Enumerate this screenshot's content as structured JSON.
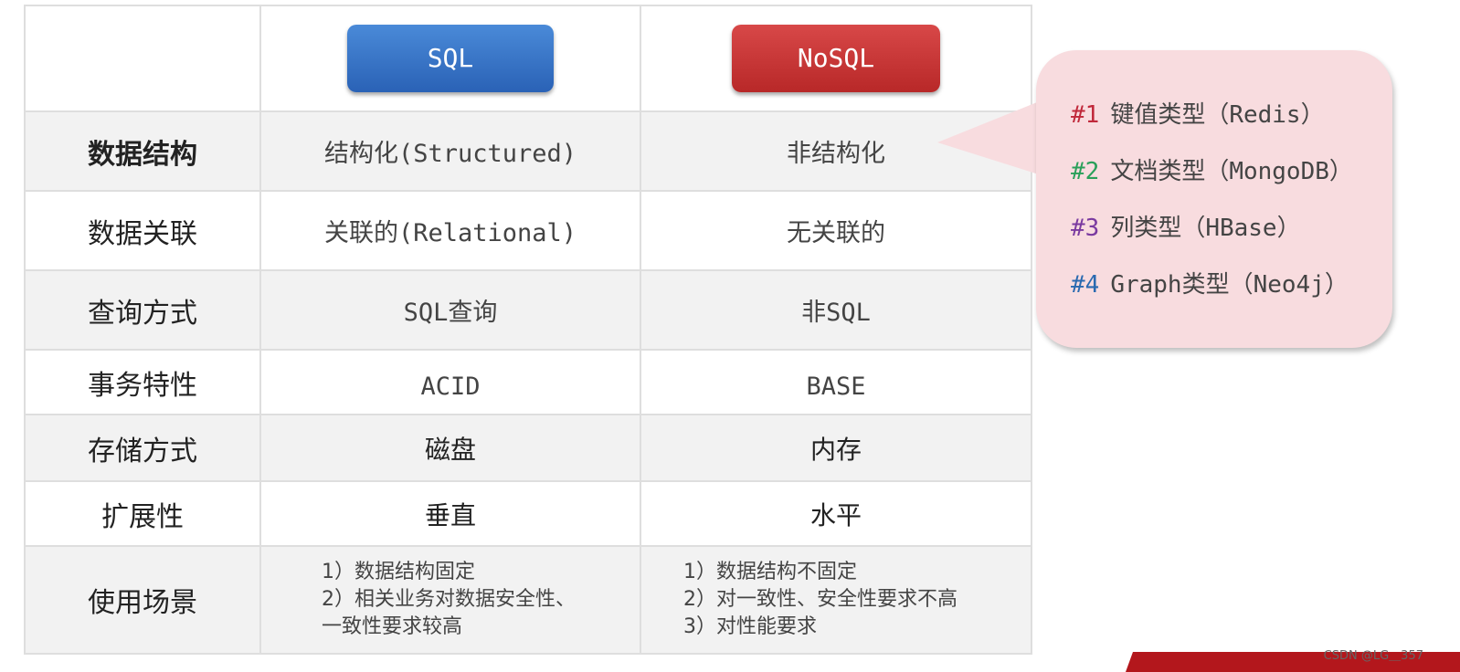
{
  "header": {
    "sql": "SQL",
    "nosql": "NoSQL"
  },
  "rows": [
    {
      "label": "数据结构",
      "sql": "结构化(Structured)",
      "nosql": "非结构化"
    },
    {
      "label": "数据关联",
      "sql": "关联的(Relational)",
      "nosql": "无关联的"
    },
    {
      "label": "查询方式",
      "sql": "SQL查询",
      "nosql": "非SQL"
    },
    {
      "label": "事务特性",
      "sql": "ACID",
      "nosql": "BASE"
    },
    {
      "label": "存储方式",
      "sql": "磁盘",
      "nosql": "内存"
    },
    {
      "label": "扩展性",
      "sql": "垂直",
      "nosql": "水平"
    },
    {
      "label": "使用场景",
      "sql_lines": [
        "1）数据结构固定",
        "2）相关业务对数据安全性、",
        "一致性要求较高"
      ],
      "nosql_lines": [
        "1）数据结构不固定",
        "2）对一致性、安全性要求不高",
        "3）对性能要求"
      ]
    }
  ],
  "callout": {
    "items": [
      {
        "num": "#1",
        "text": "键值类型（Redis）",
        "color": "#c0283a"
      },
      {
        "num": "#2",
        "text": "文档类型（MongoDB）",
        "color": "#2aa05a"
      },
      {
        "num": "#3",
        "text": "列类型（HBase）",
        "color": "#7a3aa0"
      },
      {
        "num": "#4",
        "text": "Graph类型（Neo4j）",
        "color": "#2a6ab0"
      }
    ]
  },
  "watermark": "CSDN @LG＿357"
}
